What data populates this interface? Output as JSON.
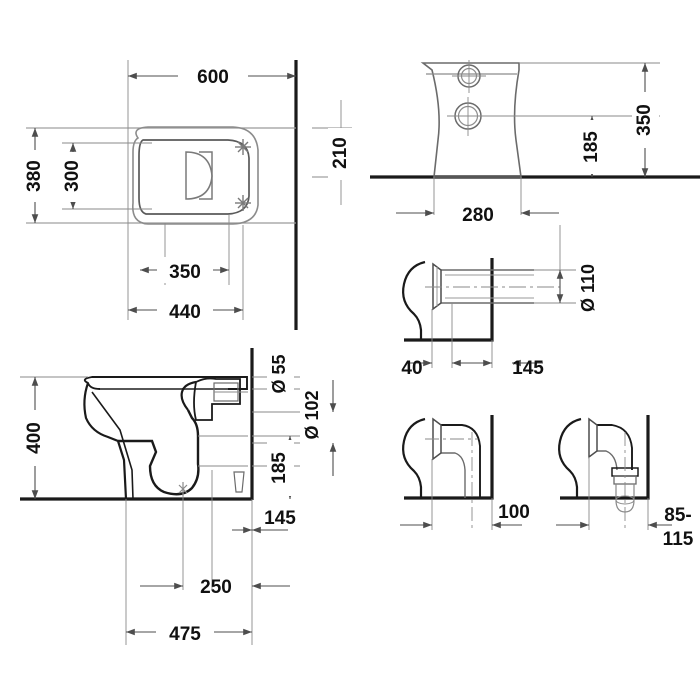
{
  "document": {
    "type": "technical-drawing",
    "subject": "Floor standing WC / toilet pan dimensional drawing",
    "background_color": "#ffffff",
    "line_color": "#1a1a1a",
    "dimension_color": "#4d4d4d",
    "text_color": "#111111"
  },
  "views": {
    "plan": {
      "name": "Plan view (top)",
      "dimensions": {
        "overall_length": "600",
        "overall_width": "380",
        "bowl_width": "300",
        "bolt_spacing": "350",
        "projection": "440"
      }
    },
    "front_elevation": {
      "name": "Front elevation",
      "dimensions": {
        "height": "350",
        "bolt_height": "185",
        "base_width": "280",
        "wall_offset": "210"
      }
    },
    "horizontal_outlet": {
      "name": "Horizontal outlet detail",
      "dimensions": {
        "outlet_diameter": "Ø 110",
        "outlet_offset": "40",
        "wall_distance": "145"
      }
    },
    "side_section": {
      "name": "Side section view",
      "dimensions": {
        "height": "400",
        "inlet_diameter": "Ø 55",
        "outlet_diameter": "Ø 102",
        "outlet_height": "185",
        "outlet_from_wall": "145",
        "outlet_centre": "250",
        "overall_projection": "475"
      }
    },
    "vertical_outlet": {
      "name": "Vertical outlet detail",
      "dimensions": {
        "outlet_offset": "100"
      }
    },
    "floor_outlet": {
      "name": "Floor outlet detail",
      "dimensions": {
        "outlet_range_top": "85-",
        "outlet_range_bottom": "115"
      }
    }
  },
  "labels": {
    "d600": "600",
    "d380": "380",
    "d300": "300",
    "d350_plan": "350",
    "d440": "440",
    "d210": "210",
    "d350_elev": "350",
    "d185_elev": "185",
    "d280": "280",
    "d110": "Ø 110",
    "d40": "40",
    "d145_mid": "145",
    "d400": "400",
    "d55": "Ø 55",
    "d102": "Ø 102",
    "d185_side": "185",
    "d145_side": "145",
    "d250": "250",
    "d475": "475",
    "d100": "100",
    "d85": "85-",
    "d115": "115"
  }
}
